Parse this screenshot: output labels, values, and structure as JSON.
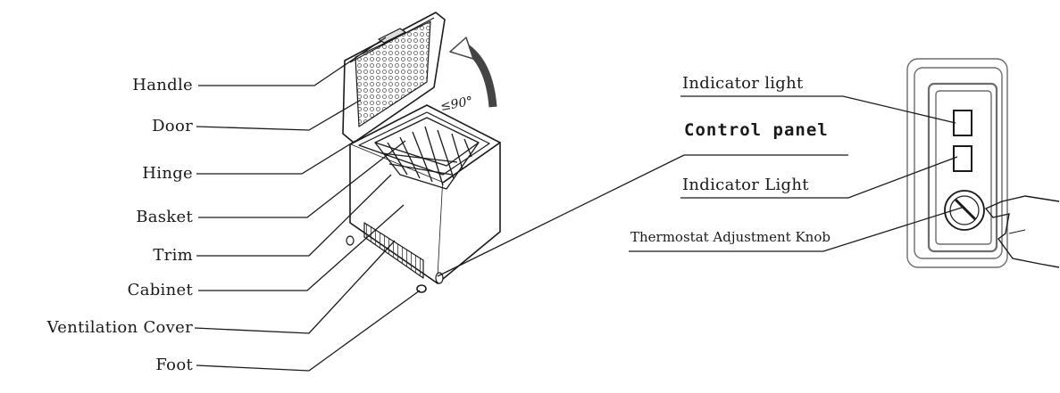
{
  "freezer": {
    "angle_mark": "≤90°",
    "labels": {
      "handle": "Handle",
      "door": "Door",
      "hinge": "Hinge",
      "basket": "Basket",
      "trim": "Trim",
      "cabinet": "Cabinet",
      "ventilation_cover": "Ventilation Cover",
      "foot": "Foot"
    }
  },
  "control_panel": {
    "title": "Control panel",
    "labels": {
      "indicator_light_top": "Indicator light",
      "indicator_light_bottom": "Indicator Light",
      "thermostat_knob": "Thermostat Adjustment Knob"
    }
  },
  "colors": {
    "line": "#1a1a1a",
    "panel": "#6d6d6d"
  }
}
